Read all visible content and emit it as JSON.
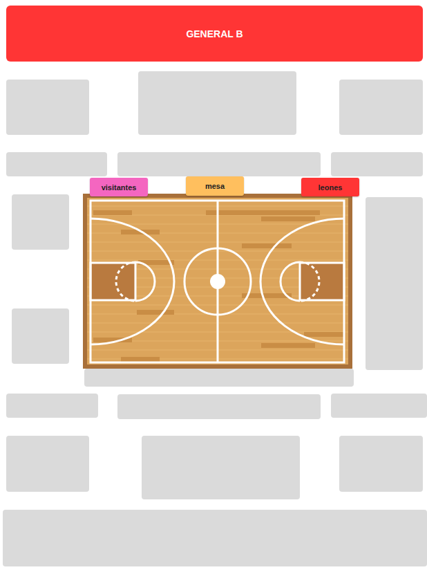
{
  "diagram": {
    "nodes": [
      {
        "text": [
          "GENERAL B"
        ]
      },
      {
        "text": [
          "visitantes"
        ]
      },
      {
        "text": [
          "mesa"
        ]
      },
      {
        "text": [
          "leones"
        ]
      }
    ]
  }
}
